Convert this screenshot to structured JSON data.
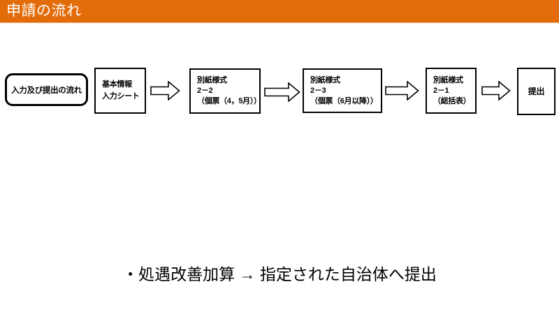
{
  "slide": {
    "header": {
      "title": "申請の流れ"
    },
    "flowchart": {
      "intro_label": "入力及び提出の流れ",
      "steps": [
        {
          "lines": [
            "基本情報",
            "入力シート"
          ]
        },
        {
          "lines": [
            "別紙様式",
            "2－2",
            "（個票（4，5月））"
          ]
        },
        {
          "lines": [
            "別紙様式",
            "2－3",
            "（個票（6月以降））"
          ]
        },
        {
          "lines": [
            "別紙様式",
            "2－1",
            "（総括表）"
          ]
        },
        {
          "lines": [
            "提出"
          ]
        }
      ],
      "arrow_icon": "right-block-arrow"
    },
    "note": "・処遇改善加算 → 指定された自治体へ提出",
    "colors": {
      "header_bg": "#E36C0A",
      "header_text": "#FFFFFF",
      "box_border": "#000000",
      "text": "#000000"
    }
  }
}
